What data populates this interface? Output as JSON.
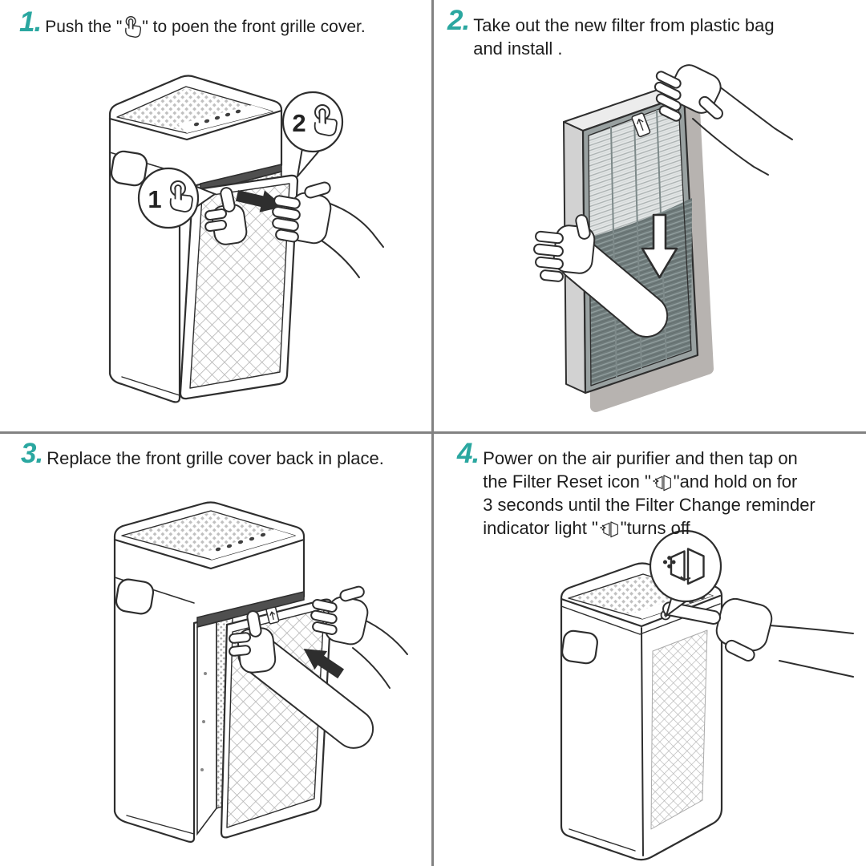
{
  "page": {
    "background": "#ffffff",
    "divider_color": "#828282",
    "accent_teal": "#2aa7a0",
    "ink": "#2e2e2e"
  },
  "icons": {
    "tap": "tap-hand-icon",
    "filter_reset": "filter-reset-icon"
  },
  "steps": [
    {
      "number": "1.",
      "before_icon": "Push the \"",
      "after_icon": "\" to poen the front grille cover.",
      "badge1": "1",
      "badge2": "2"
    },
    {
      "number": "2.",
      "line1": "Take out the new filter from plastic bag",
      "line2": "and install ."
    },
    {
      "number": "3.",
      "text": "Replace the front grille cover back in place."
    },
    {
      "number": "4.",
      "line1": "Power on the air purifier and then tap on",
      "line2_before": "the Filter Reset icon \"",
      "line2_after": "\"and hold on for",
      "line3": "3 seconds until the Filter Change reminder",
      "line4_before": "indicator light \"",
      "line4_after": "\"turns off"
    }
  ]
}
